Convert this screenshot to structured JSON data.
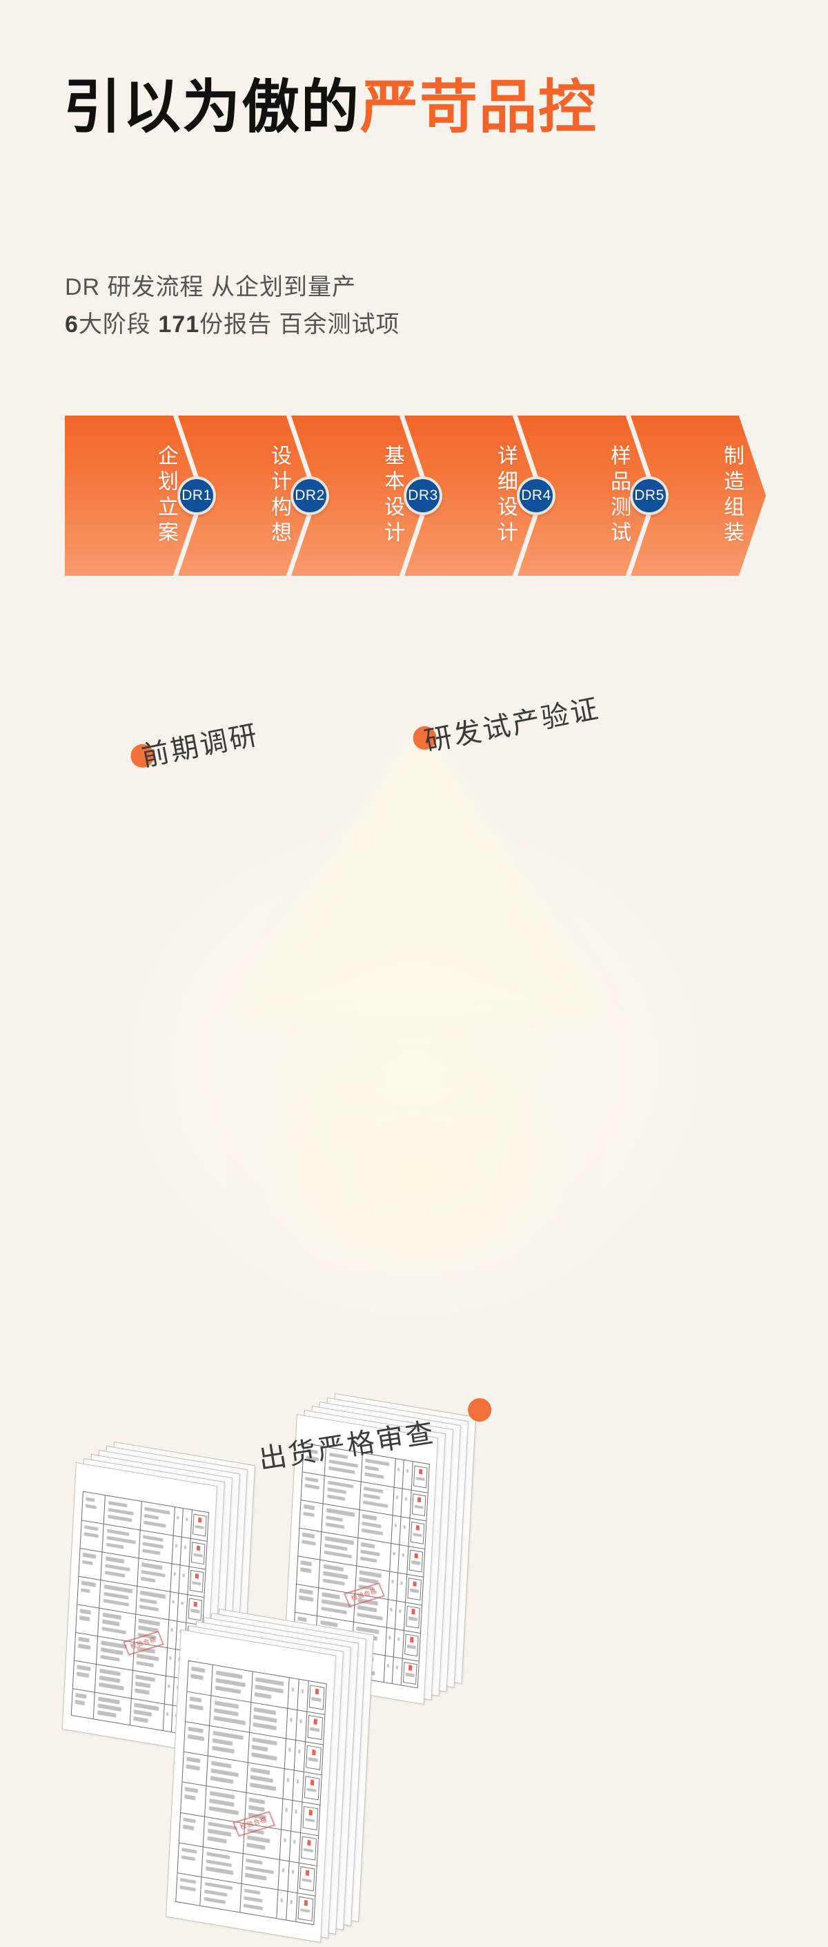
{
  "theme": {
    "background": "#f7f2ec",
    "accent_orange": "#f2652a",
    "badge_blue": "#11519b",
    "text_dark": "#111111",
    "text_muted": "#53534f",
    "stamp_red": "#d8524c"
  },
  "header": {
    "headline_black": "引以为傲的",
    "headline_accent": "严苛品控",
    "subtitle_line1": "DR 研发流程 从企划到量产",
    "subtitle_line2_a": "6",
    "subtitle_line2_b": "大阶段 ",
    "subtitle_line2_c": "171",
    "subtitle_line2_d": "份报告 百余测试项"
  },
  "flow": {
    "stages": [
      {
        "label": "企划立案",
        "badge": ""
      },
      {
        "label": "设计构想",
        "badge": "DR1"
      },
      {
        "label": "基本设计",
        "badge": "DR2"
      },
      {
        "label": "详细设计",
        "badge": "DR3"
      },
      {
        "label": "样品测试",
        "badge": "DR4"
      },
      {
        "label": "制造组装",
        "badge": "DR5"
      }
    ],
    "badges": [
      "DR1",
      "DR2",
      "DR3",
      "DR4",
      "DR5"
    ]
  },
  "documents": {
    "tags": [
      {
        "text": "前期调研",
        "marker": "orange-dot"
      },
      {
        "text": "研发试产验证",
        "marker": "orange-dot"
      },
      {
        "text": "出货严格审查",
        "marker": "orange-dot"
      }
    ],
    "stamp_text": "检验合格",
    "stacks": [
      {
        "name": "research-report-stack",
        "sheets": 6
      },
      {
        "name": "trial-production-report-stack",
        "sheets": 6
      },
      {
        "name": "shipping-review-report-stack",
        "sheets": 6
      }
    ]
  }
}
